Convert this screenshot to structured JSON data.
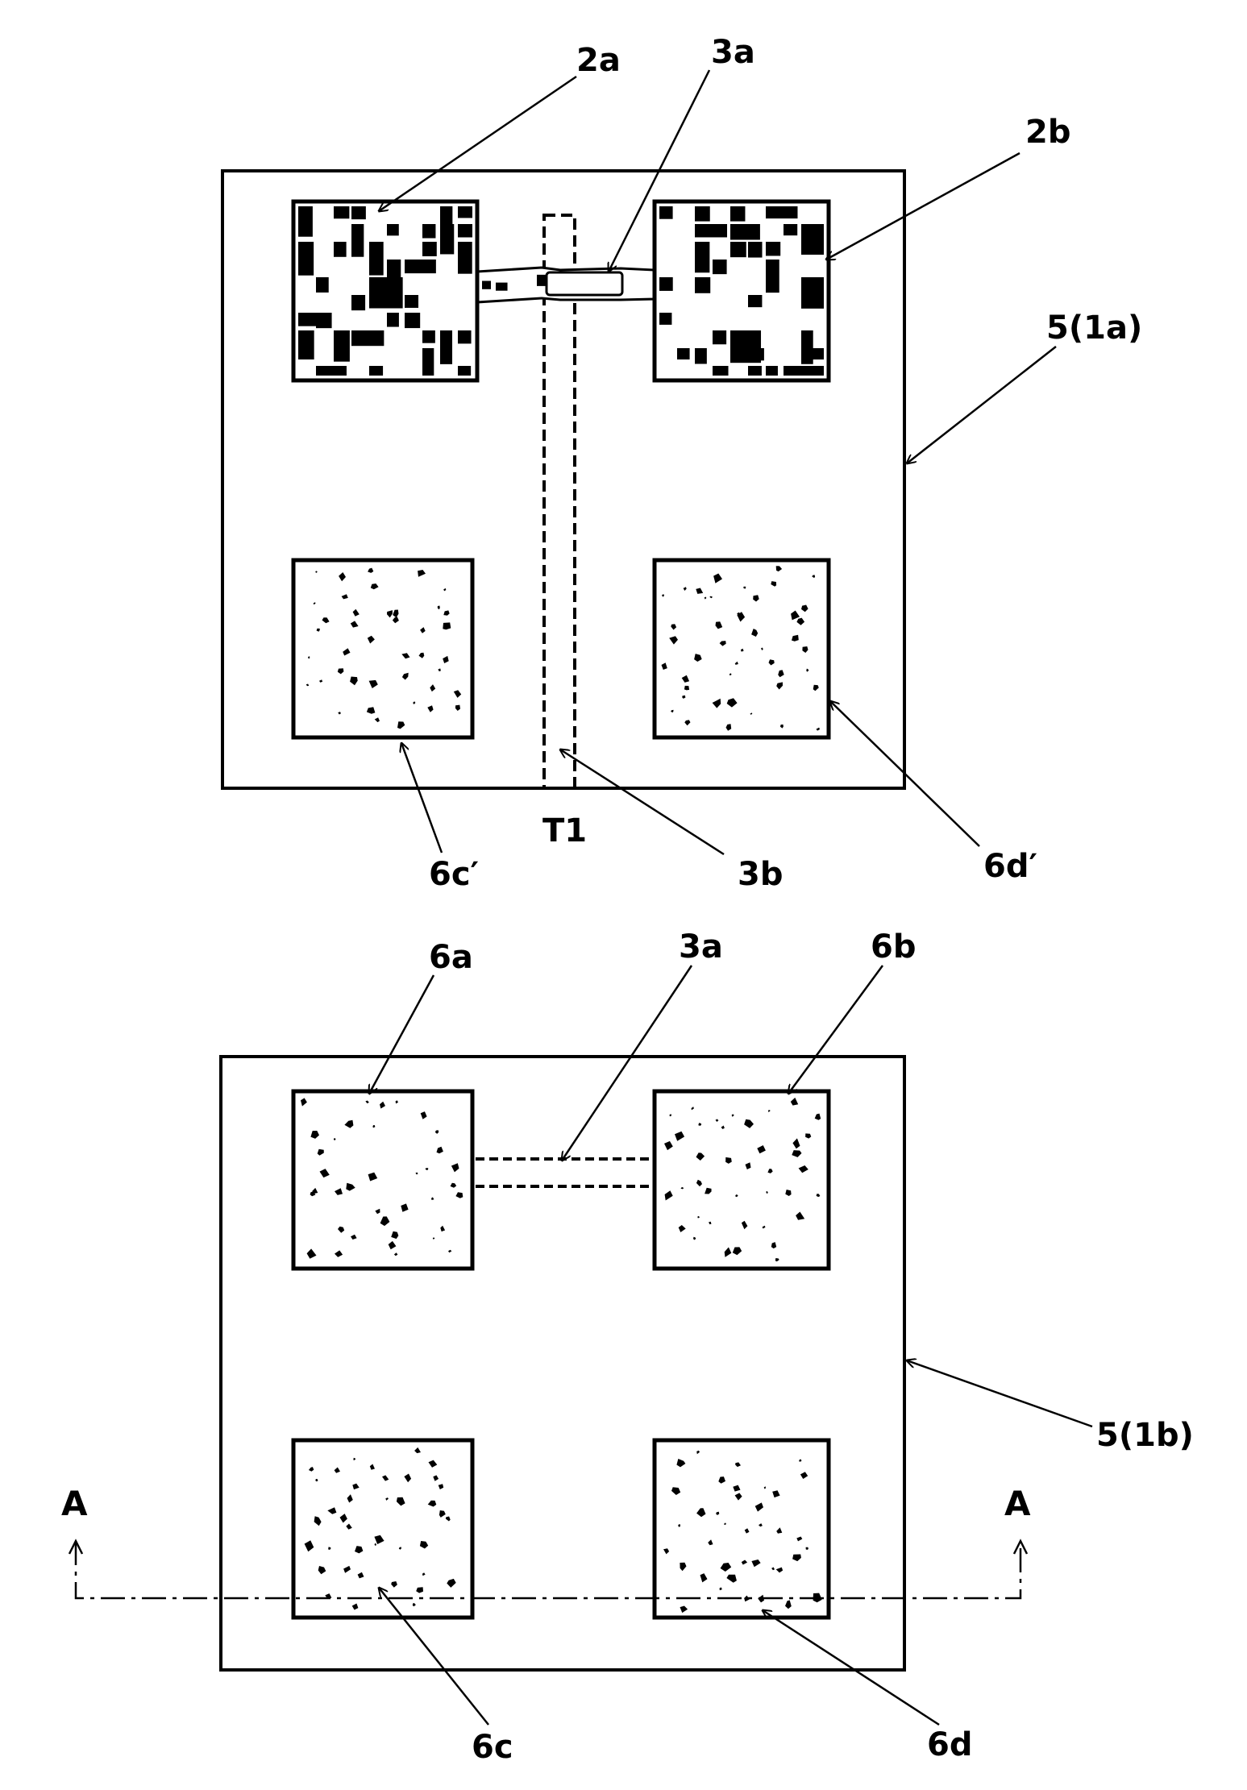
{
  "labels": {
    "pad_2a": "2a",
    "bridge_3a_top": "3a",
    "pad_2b": "2b",
    "substrate_top": "5(1a)",
    "pad_6c_prime": "6c′",
    "trace_T1": "T1",
    "trace_3b": "3b",
    "pad_6d_prime": "6d′",
    "pad_6a": "6a",
    "bridge_3a_bottom": "3a",
    "pad_6b": "6b",
    "substrate_bottom": "5(1b)",
    "section_left": "A",
    "section_right": "A",
    "pad_6c": "6c",
    "pad_6d": "6d"
  },
  "colors": {
    "ink": "#000000",
    "paper": "#ffffff"
  }
}
